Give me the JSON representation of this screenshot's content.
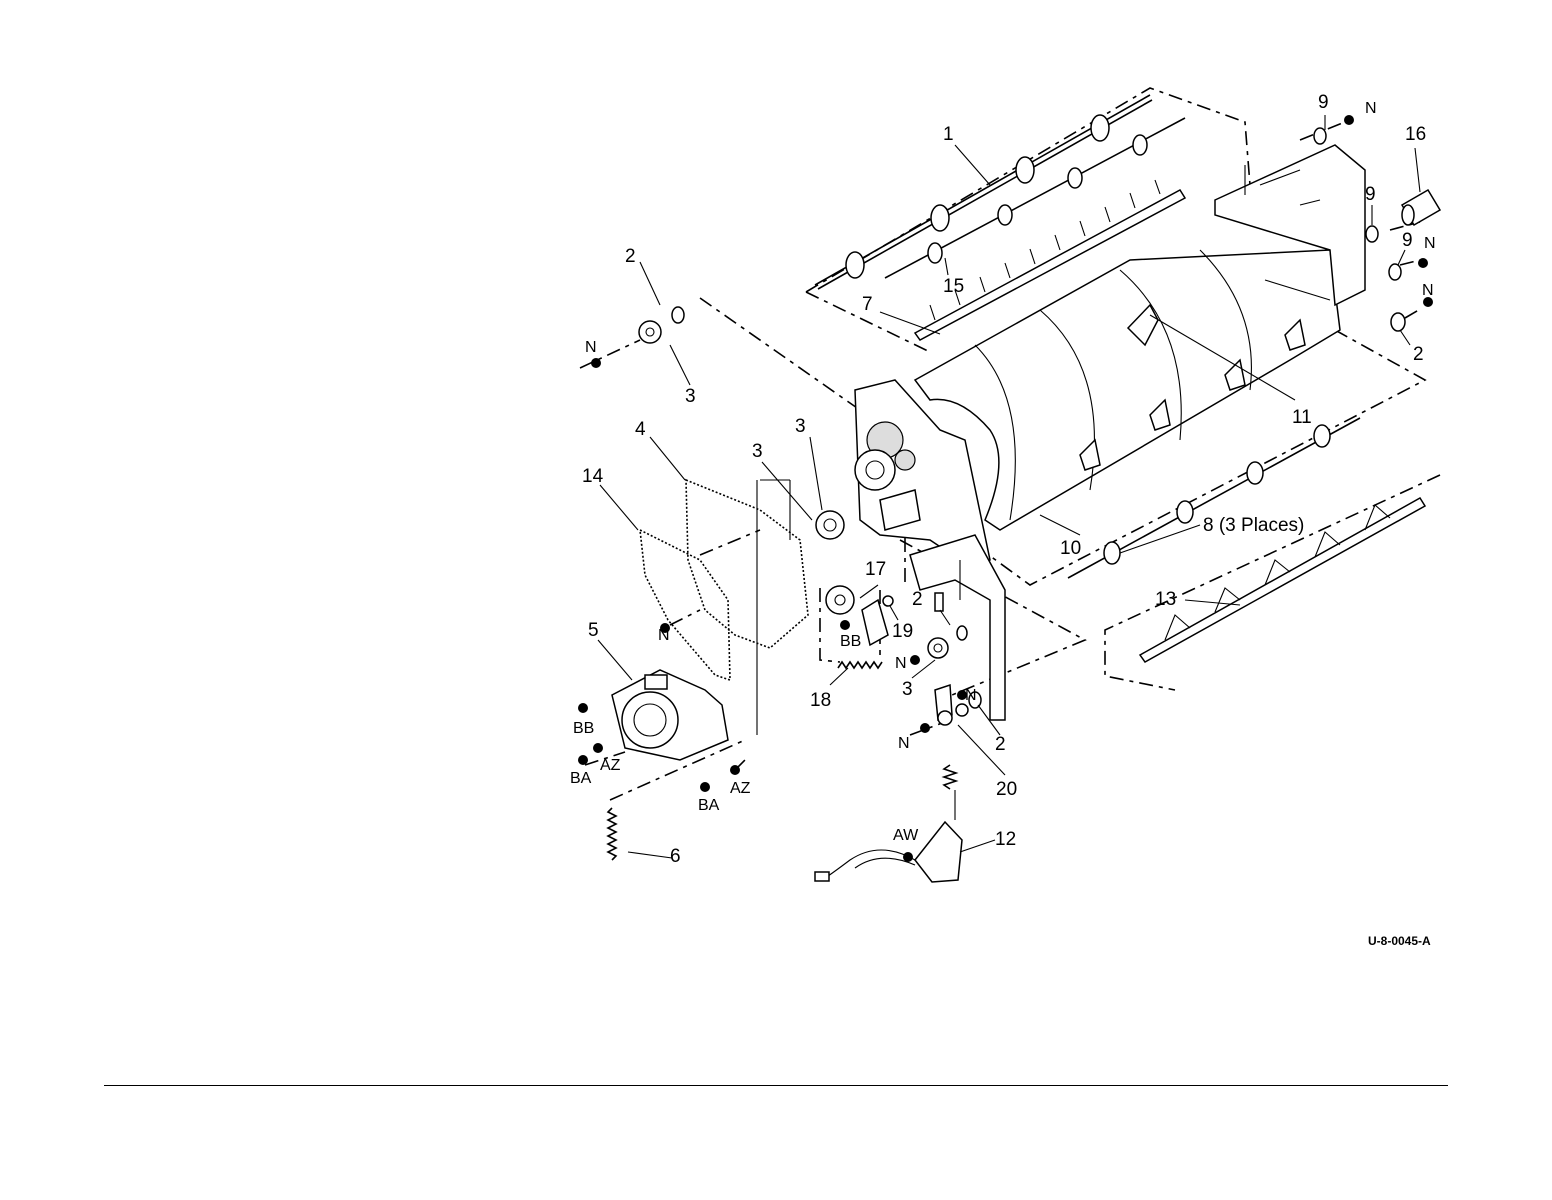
{
  "figure_id": "U-8-0045-A",
  "callouts": {
    "c1": "1",
    "c2a": "2",
    "c2b": "2",
    "c2c": "2",
    "c2d": "2",
    "c3a": "3",
    "c3b": "3",
    "c3c": "3",
    "c3d": "3",
    "c4": "4",
    "c5": "5",
    "c6": "6",
    "c7": "7",
    "c8": "8 (3 Places)",
    "c9a": "9",
    "c9b": "9",
    "c9c": "9",
    "c10": "10",
    "c11": "11",
    "c12": "12",
    "c13": "13",
    "c14": "14",
    "c15": "15",
    "c16": "16",
    "c17": "17",
    "c18": "18",
    "c19": "19",
    "c20": "20"
  },
  "refs": {
    "n1": "N",
    "n2": "N",
    "n3": "N",
    "n4": "N",
    "n5": "N",
    "n6": "N",
    "n7": "N",
    "n8": "N",
    "bb1": "BB",
    "bb2": "BB",
    "ba1": "BA",
    "ba2": "BA",
    "az1": "AZ",
    "az2": "AZ",
    "aw": "AW"
  }
}
